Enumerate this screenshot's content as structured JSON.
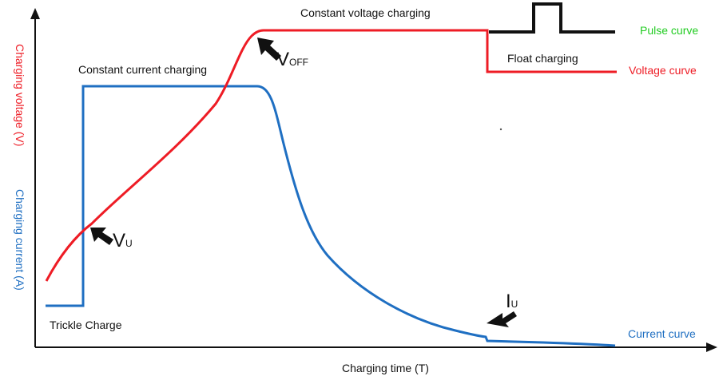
{
  "colors": {
    "voltage": "#ee1c25",
    "current": "#1f6fc2",
    "pulse": "#111111",
    "pulse_label": "#22cc22",
    "axis": "#111111",
    "text": "#111111"
  },
  "labels": {
    "stage_trickle": "Trickle Charge",
    "stage_cc": "Constant current charging",
    "stage_cv": "Constant voltage charging",
    "stage_float": "Float charging",
    "legend_pulse": "Pulse curve",
    "legend_voltage": "Voltage curve",
    "legend_current": "Current curve",
    "y_axis_voltage": "Charging voltage (V)",
    "y_axis_current": "Charging current (A)",
    "x_axis": "Charging time (T)"
  },
  "markers": {
    "voff_main": "V",
    "voff_sub": "OFF",
    "vu_main": "V",
    "vu_sub": "U",
    "iu_main": "I",
    "iu_sub": "U"
  },
  "icons": [
    "arrow-voff-icon",
    "arrow-vu-icon",
    "arrow-iu-icon"
  ]
}
